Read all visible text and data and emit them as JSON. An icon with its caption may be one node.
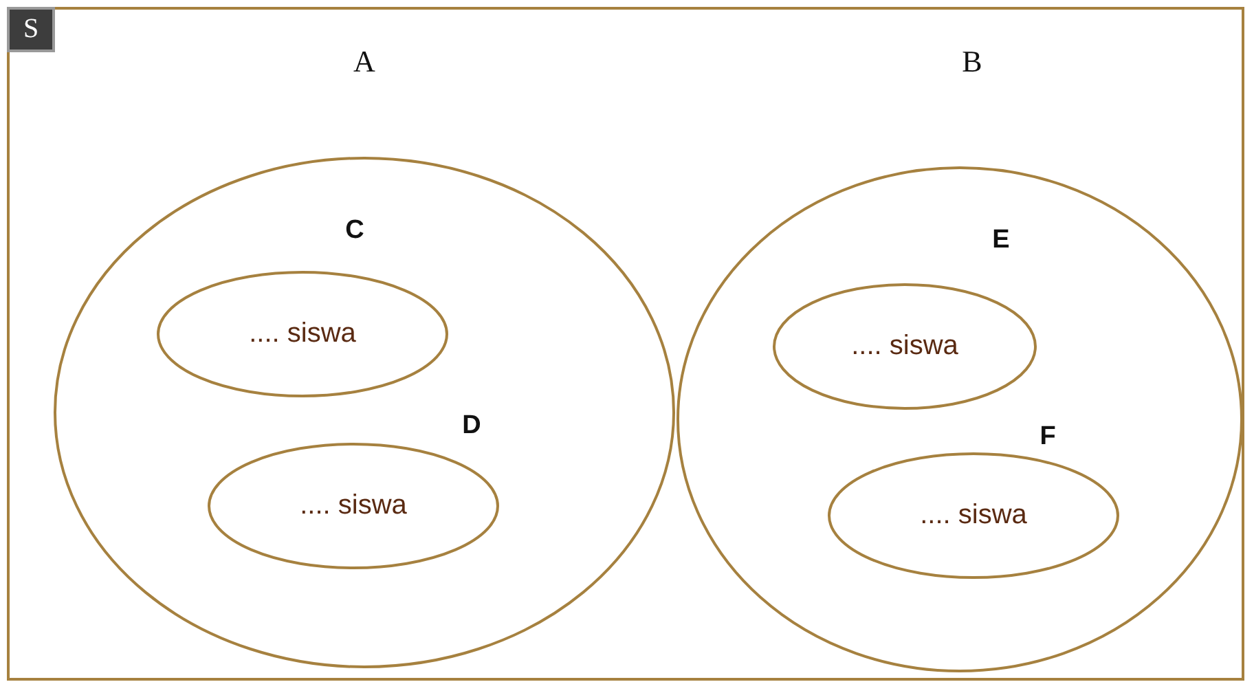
{
  "diagram": {
    "nodes": [
      {
        "text": [
          "S"
        ]
      },
      {
        "text": [
          "A"
        ],
        "in": 0
      },
      {
        "text": [
          "C",
          ".... siswa"
        ],
        "in": 1
      },
      {
        "text": [
          "D",
          ".... siswa"
        ],
        "in": 1
      },
      {
        "text": [
          "B"
        ],
        "in": 0
      },
      {
        "text": [
          "E",
          ".... siswa"
        ],
        "in": 4
      },
      {
        "text": [
          "F",
          ".... siswa"
        ],
        "in": 4
      }
    ]
  }
}
